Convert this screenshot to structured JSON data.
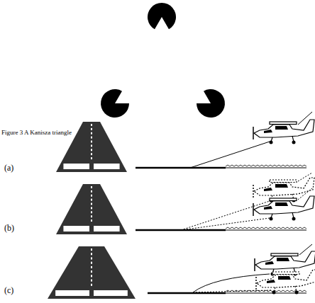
{
  "diagram": {
    "caption": "Figure 3 A Kanisza triangle",
    "labels": [
      "(a)",
      "(b)",
      "(c)"
    ]
  }
}
